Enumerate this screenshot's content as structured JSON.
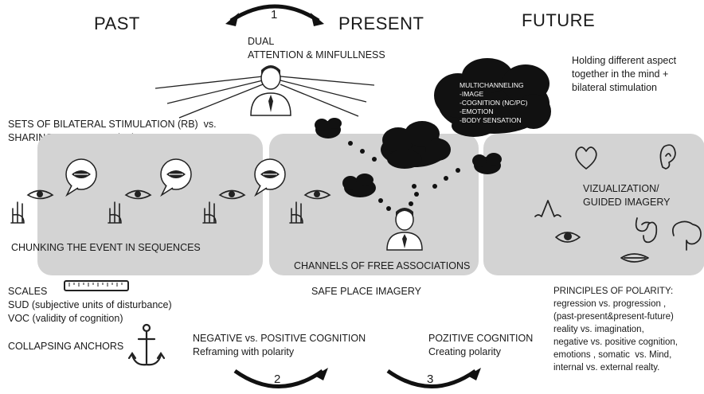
{
  "headings": {
    "past": "PAST",
    "present": "PRESENT",
    "future": "FUTURE"
  },
  "top": {
    "arrow_number": "1",
    "dual_line1": "DUAL",
    "dual_line2": "ATTENTION & MINFULLNESS"
  },
  "future_note": {
    "line1": "Holding different aspect",
    "line2": "together in the mind +",
    "line3": "bilateral stimulation"
  },
  "left_note": {
    "line1": "SETS OF BILATERAL STIMULATION (RB)  vs.",
    "line2": "SHARING EXPERINCE (LB)"
  },
  "cloud": {
    "lines": [
      "MULTICHANNELING",
      "-IMAGE",
      "-COGNITION (NC/PC)",
      "-EMOTION",
      "-BODY SENSATION"
    ]
  },
  "panels": {
    "left_caption": "CHUNKING THE EVENT IN SEQUENCES",
    "middle_caption": "CHANNELS OF FREE ASSOCIATIONS",
    "right_caption_line1": "VIZUALIZATION/",
    "right_caption_line2": "GUIDED IMAGERY"
  },
  "bottom_left": {
    "scales": "SCALES",
    "sud": "SUD (subjective units of disturbance)",
    "voc": "VOC (validity of cognition)",
    "anchors": "COLLAPSING ANCHORS"
  },
  "safe_place": "SAFE PLACE IMAGERY",
  "negative": {
    "line1": "NEGATIVE vs. POSITIVE COGNITION",
    "line2": "Reframing with polarity",
    "arrow_number": "2"
  },
  "positive": {
    "line1": "POZITIVE COGNITION",
    "line2": "Creating polarity",
    "arrow_number": "3"
  },
  "polarity": {
    "title": "PRINCIPLES OF POLARITY:",
    "lines": [
      "regression vs. progression ,",
      "(past-present&present-future)",
      "reality vs. imagination,",
      "negative vs. positive cognition,",
      "emotions , somatic  vs. Mind,",
      "internal vs. external realty."
    ]
  },
  "colors": {
    "panel": "#d3d3d3",
    "ink": "#1a1a1a",
    "cloud": "#111111"
  }
}
